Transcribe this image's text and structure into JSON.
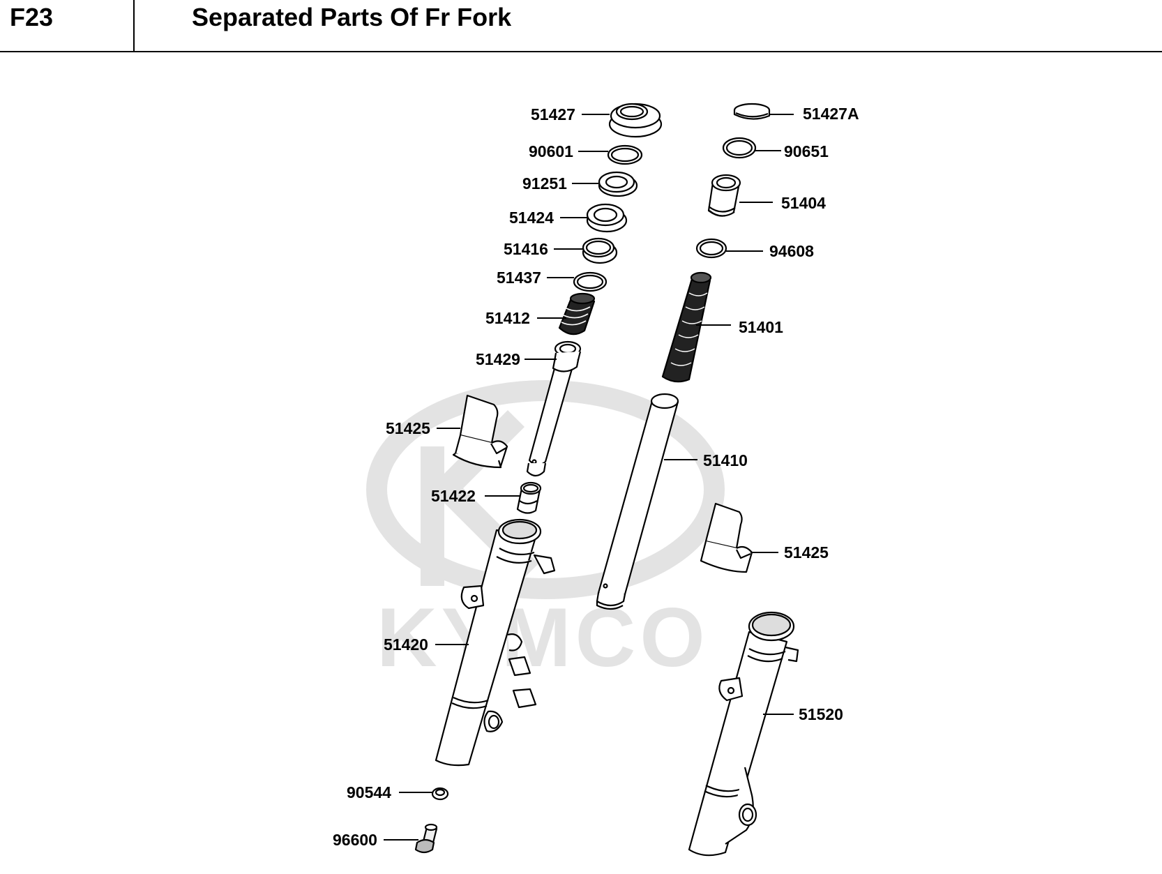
{
  "header": {
    "figure_code": "F23",
    "title": "Separated Parts Of Fr Fork"
  },
  "watermark": {
    "brand": "KYMCO",
    "color": "#e3e3e3"
  },
  "parts": [
    {
      "id": "p01",
      "number": "51427",
      "desc_icon": "seal-cap"
    },
    {
      "id": "p02",
      "number": "90601",
      "desc_icon": "washer"
    },
    {
      "id": "p03",
      "number": "91251",
      "desc_icon": "oil-seal"
    },
    {
      "id": "p04",
      "number": "51424",
      "desc_icon": "seal-holder"
    },
    {
      "id": "p05",
      "number": "51416",
      "desc_icon": "bushing"
    },
    {
      "id": "p06",
      "number": "51437",
      "desc_icon": "ring"
    },
    {
      "id": "p07",
      "number": "51412",
      "desc_icon": "short-spring"
    },
    {
      "id": "p08",
      "number": "51429",
      "desc_icon": "piston-rod"
    },
    {
      "id": "p09",
      "number": "51425",
      "desc_icon": "dust-cover"
    },
    {
      "id": "p10",
      "number": "51422",
      "desc_icon": "collar"
    },
    {
      "id": "p11",
      "number": "51420",
      "desc_icon": "left-fork-bottom-case"
    },
    {
      "id": "p12",
      "number": "90544",
      "desc_icon": "small-washer"
    },
    {
      "id": "p13",
      "number": "96600",
      "desc_icon": "bolt"
    },
    {
      "id": "p14",
      "number": "51427A",
      "desc_icon": "cap"
    },
    {
      "id": "p15",
      "number": "90651",
      "desc_icon": "washer"
    },
    {
      "id": "p16",
      "number": "51404",
      "desc_icon": "spring-seat"
    },
    {
      "id": "p17",
      "number": "94608",
      "desc_icon": "circlip"
    },
    {
      "id": "p18",
      "number": "51401",
      "desc_icon": "long-spring"
    },
    {
      "id": "p19",
      "number": "51410",
      "desc_icon": "inner-tube"
    },
    {
      "id": "p20",
      "number": "51425",
      "desc_icon": "dust-cover"
    },
    {
      "id": "p21",
      "number": "51520",
      "desc_icon": "right-fork-bottom-case"
    }
  ]
}
